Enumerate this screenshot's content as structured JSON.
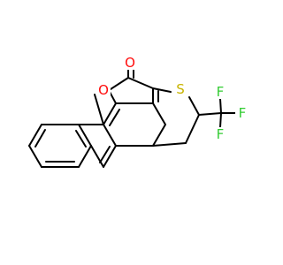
{
  "atoms": {
    "carbonyl_oxygen": {
      "symbol": "O",
      "color": "#ff0d0d"
    },
    "ring_oxygen": {
      "symbol": "O",
      "color": "#ff0d0d"
    },
    "sulfur": {
      "symbol": "S",
      "color": "#c8b400"
    },
    "fluorine_top": {
      "symbol": "F",
      "color": "#33cc33"
    },
    "fluorine_right": {
      "symbol": "F",
      "color": "#33cc33"
    },
    "fluorine_bottom": {
      "symbol": "F",
      "color": "#33cc33"
    }
  },
  "bond_color": "#000000"
}
